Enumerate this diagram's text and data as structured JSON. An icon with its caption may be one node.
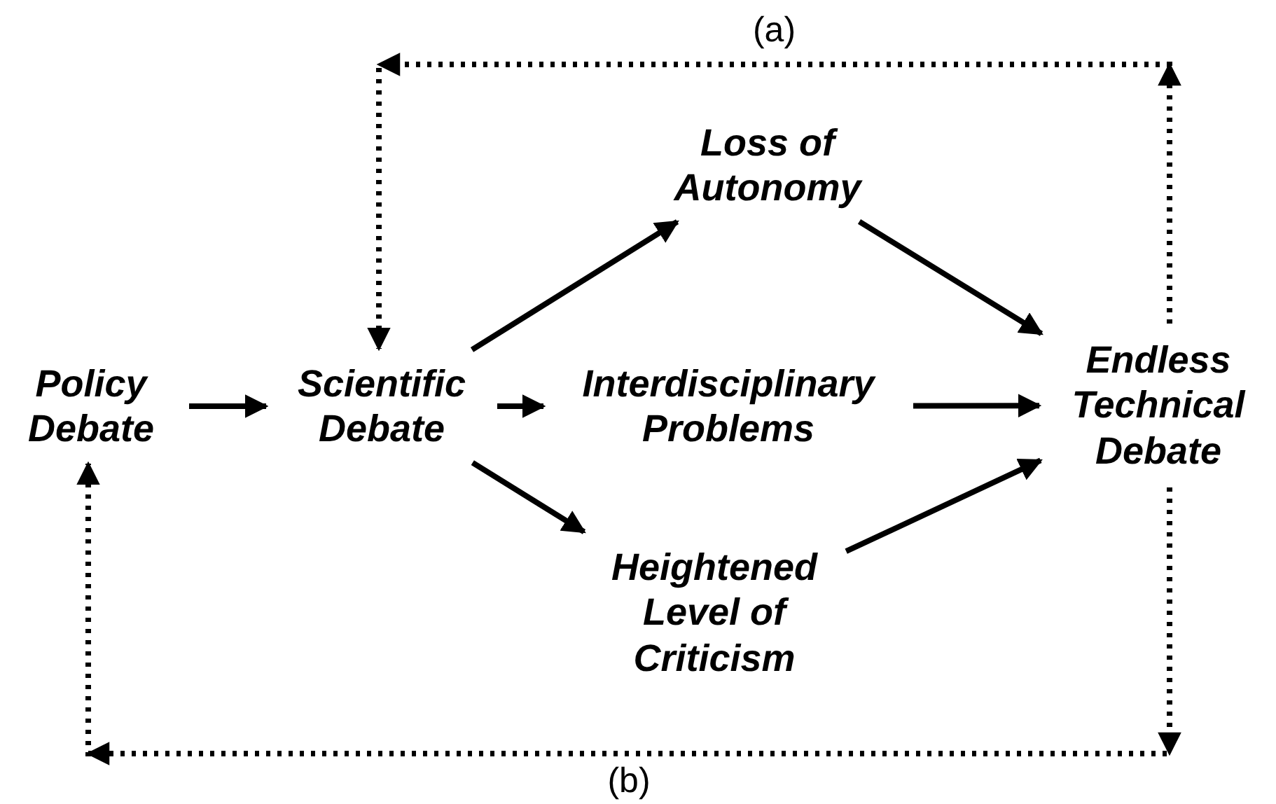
{
  "diagram": {
    "nodes": [
      {
        "text": [
          "Policy Debate"
        ]
      },
      {
        "text": [
          "Scientific Debate"
        ]
      },
      {
        "text": [
          "Loss of Autonomy"
        ]
      },
      {
        "text": [
          "Interdisciplinary Problems"
        ]
      },
      {
        "text": [
          "Heightened Level of Criticism"
        ]
      },
      {
        "text": [
          "Endless Technical Debate"
        ]
      }
    ],
    "edges": [
      {
        "from": 0,
        "to": 1,
        "arrow": "to"
      },
      {
        "from": 1,
        "to": 2,
        "arrow": "to"
      },
      {
        "from": 1,
        "to": 3,
        "arrow": "to"
      },
      {
        "from": 1,
        "to": 4,
        "arrow": "to"
      },
      {
        "from": 2,
        "to": 5,
        "arrow": "to"
      },
      {
        "from": 3,
        "to": 5,
        "arrow": "to"
      },
      {
        "from": 4,
        "to": 5,
        "arrow": "to"
      },
      {
        "from": 5,
        "to": 1,
        "arrow": "to",
        "style": "dashed",
        "label": "(a)"
      },
      {
        "from": 5,
        "to": 0,
        "arrow": "to",
        "style": "dashed",
        "label": "(b)"
      }
    ]
  }
}
